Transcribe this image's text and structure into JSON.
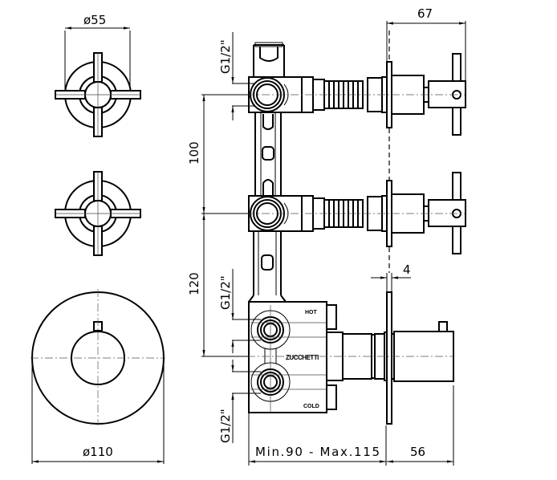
{
  "drawing": {
    "title": "Thermostatic mixer with two stop valves - technical drawing",
    "brand_label": "ZUCCHETTI",
    "port_labels": {
      "hot": "HOT",
      "cold": "COLD"
    },
    "dimensions": {
      "handle_diameter": "ø55",
      "plate_diameter": "ø110",
      "handle_projection": "67",
      "valve_spacing": "100",
      "mixer_spacing": "120",
      "plate_thickness": "4",
      "wall_depth": "Min.90 - Max.115",
      "mixer_projection": "56",
      "thread_top": "G1/2\"",
      "thread_middle": "G1/2\"",
      "thread_bottom": "G1/2\""
    }
  }
}
